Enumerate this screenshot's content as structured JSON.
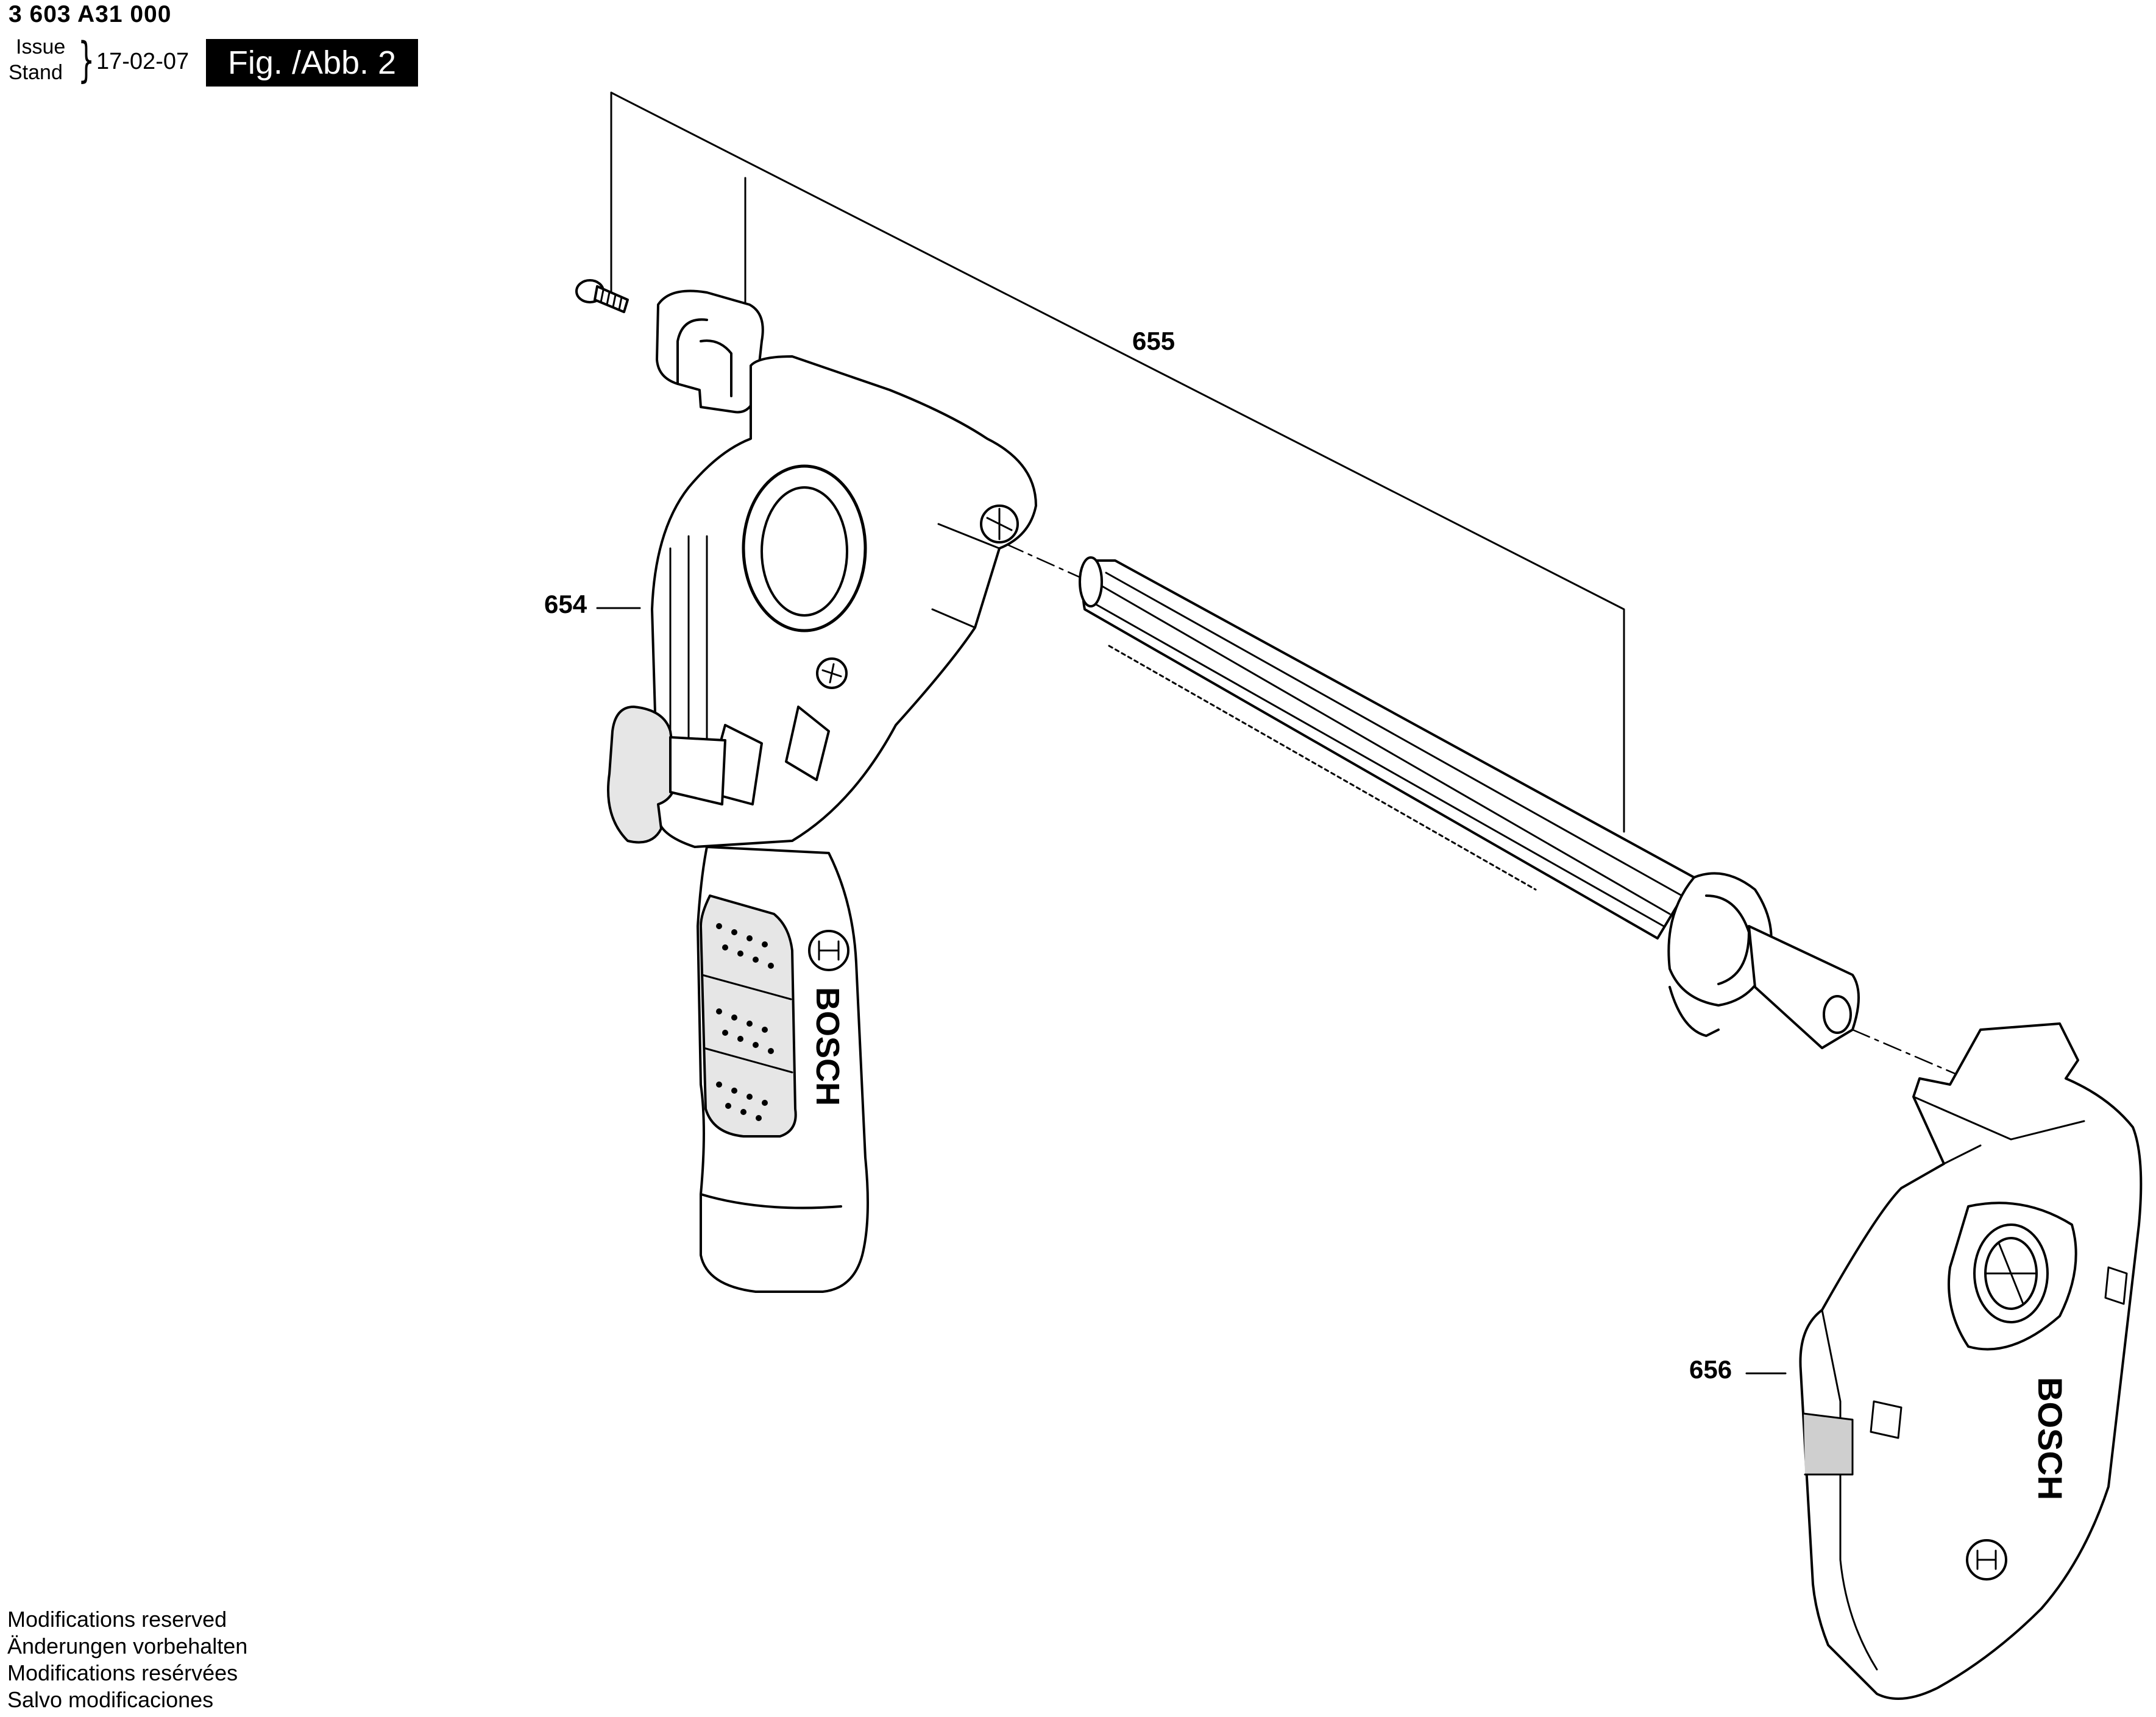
{
  "header": {
    "part_number": "3 603 A31 000",
    "issue_label": "Issue",
    "stand_label": "Stand",
    "date": "17-02-07",
    "figure": "Fig. /Abb. 2"
  },
  "callouts": {
    "c654": "654",
    "c655": "655",
    "c656": "656"
  },
  "footer": {
    "line1": "Modifications reserved",
    "line2": "Änderungen vorbehalten",
    "line3": "Modifications resérvées",
    "line4": "Salvo modificaciones"
  },
  "brand_marks": {
    "handle": "BOSCH",
    "dust_box": "BOSCH"
  },
  "colors": {
    "line": "#000000",
    "fill_light": "#ffffff",
    "fill_shade": "#e6e6e6",
    "fill_mid": "#cfcfcf"
  }
}
